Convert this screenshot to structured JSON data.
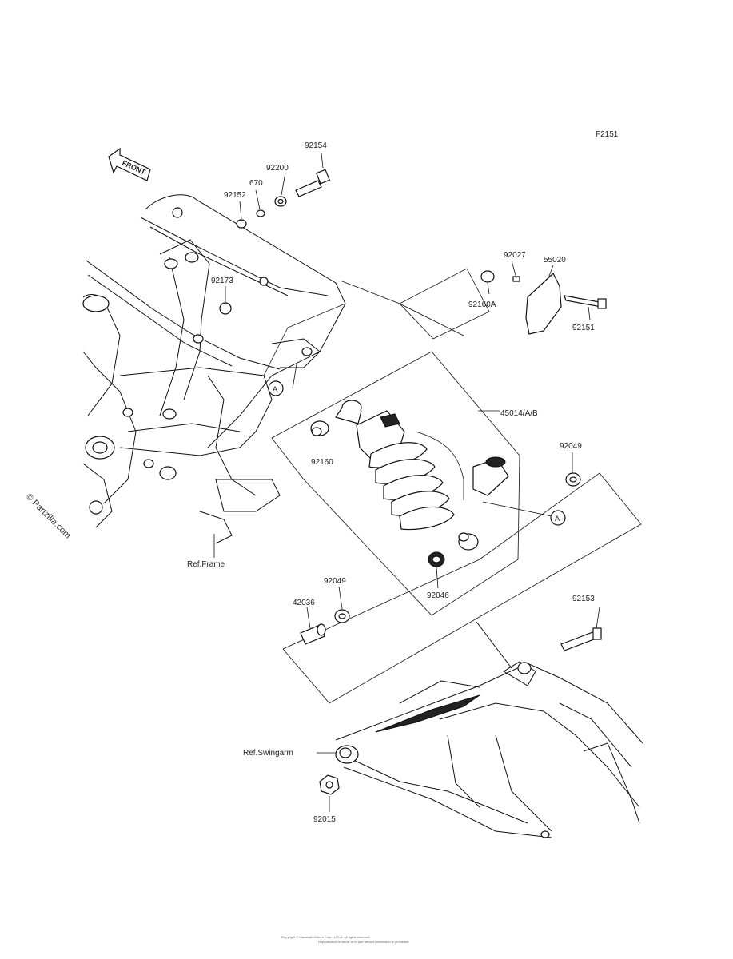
{
  "diagram_id": "F2151",
  "front_arrow": "FRONT",
  "watermark": "© Partzilla.com",
  "refs": {
    "frame": "Ref.Frame",
    "swingarm": "Ref.Swingarm"
  },
  "callout_marker": "A",
  "parts": {
    "p92154": "92154",
    "p92200": "92200",
    "p670": "670",
    "p92152": "92152",
    "p92173": "92173",
    "p92027": "92027",
    "p55020": "55020",
    "p92160A": "92160A",
    "p92151": "92151",
    "p45014": "45014/A/B",
    "p92160": "92160",
    "p92049_right": "92049",
    "p92049_left": "92049",
    "p42036": "42036",
    "p92046": "92046",
    "p92153": "92153",
    "p92015": "92015"
  },
  "footer": {
    "line1": "Copyright © Kawasaki Motors Corp., U.S.A. All rights reserved.",
    "line2": "Reproduction in whole or in part without permission is prohibited."
  }
}
